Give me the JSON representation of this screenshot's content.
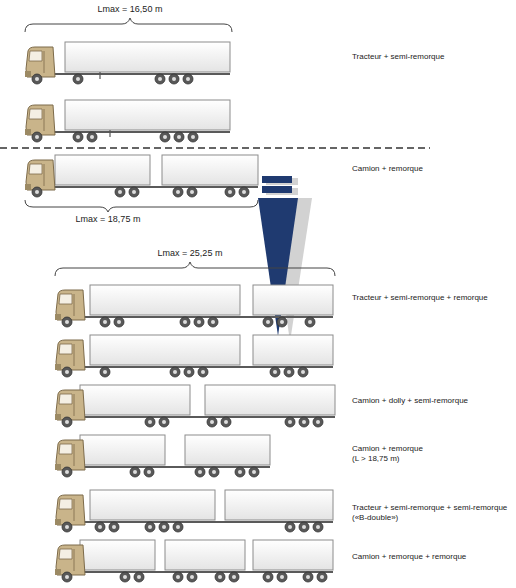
{
  "diagram": {
    "labels": [
      "Lmax = 16,50 m",
      "Tracteur + semi-remorque",
      "Camion + remorque",
      "Lmax = 18,75 m",
      "Lmax = 25,25 m",
      "Tracteur + semi-remorque + remorque",
      "Camion + dolly + semi-remorque",
      "Camion + remorque (L > 18,75 m)",
      "Tracteur + semi-remorque + semi-remorque («B-double»)",
      "Camion + remorque + remorque"
    ]
  }
}
